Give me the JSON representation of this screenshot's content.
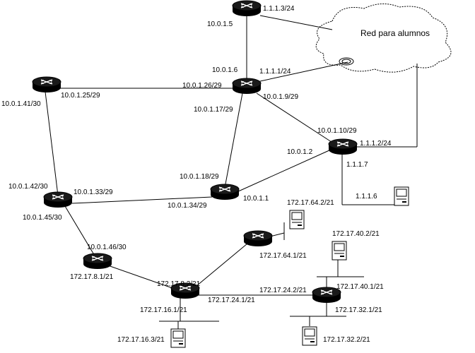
{
  "cloud": {
    "label": "Red para alumnos"
  },
  "labels": {
    "r_top_ip": "1.1.1.3/24",
    "r_top_down": "10.0.1.5",
    "rc_up": "10.0.1.6",
    "rc_cloud": "1.1.1.1/24",
    "rc_left": "10.0.1.26/29",
    "rc_down": "10.0.1.17/29",
    "rc_right": "10.0.1.9/29",
    "rl_right": "10.0.1.25/29",
    "rl_down": "10.0.1.41/30",
    "rr_up": "10.0.1.10/29",
    "rr_cloud": "1.1.1.2/24",
    "rr_left": "10.0.1.2",
    "rr_down": "1.1.1.7",
    "pc_right_ip": "1.1.1.6",
    "rm_up": "10.0.1.18/29",
    "rm_left": "10.0.1.34/29",
    "rm_right": "10.0.1.1",
    "rw_up": "10.0.1.42/30",
    "rw_right": "10.0.1.33/29",
    "rw_down": "10.0.1.45/30",
    "rs_up": "10.0.1.46/30",
    "rs_down": "172.17.8.1/21",
    "rb1_up": "172.17.8.2/21",
    "rb1_right": "172.17.24.1/21",
    "rb1_left": "172.17.16.1/21",
    "pc_bl_ip": "172.17.16.3/21",
    "rx_right": "172.17.64.1/21",
    "pc_x_ip": "172.17.64.2/21",
    "rb2_left": "172.17.24.2/21",
    "rb2_up": "172.17.40.1/21",
    "rb2_down": "172.17.32.1/21",
    "pc_b2_ip": "172.17.40.2/21",
    "pc_b3_ip": "172.17.32.2/21"
  }
}
